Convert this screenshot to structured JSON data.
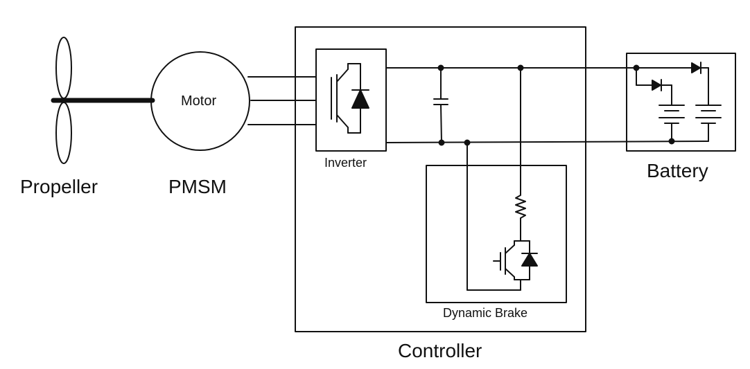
{
  "labels": {
    "propeller": "Propeller",
    "pmsm": "PMSM",
    "motor": "Motor",
    "inverter": "Inverter",
    "dynamic_brake": "Dynamic Brake",
    "controller": "Controller",
    "battery": "Battery"
  },
  "colors": {
    "line": "#111111",
    "background": "#ffffff"
  }
}
